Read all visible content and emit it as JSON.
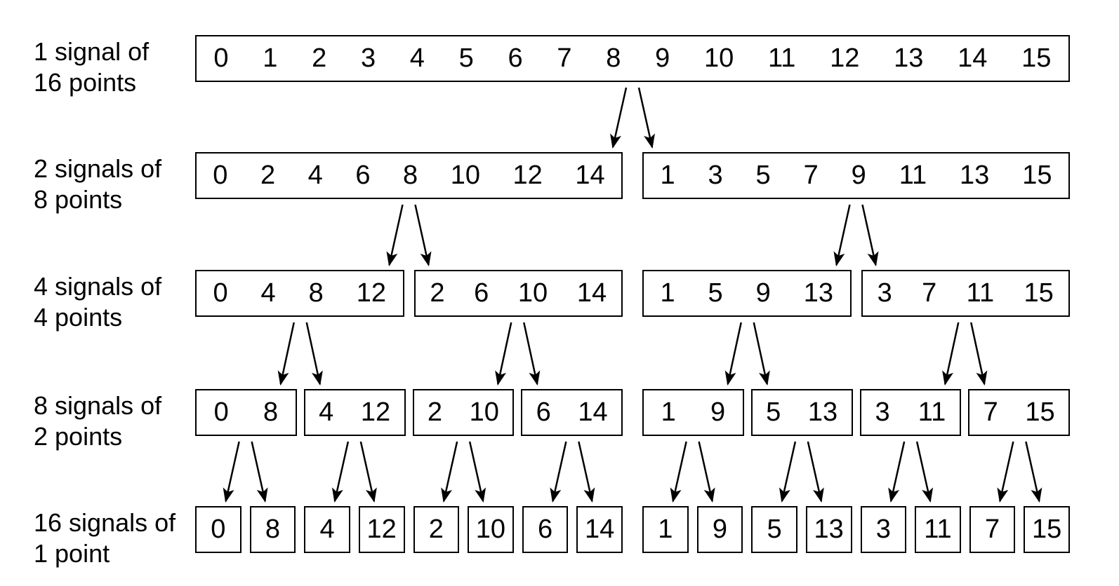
{
  "diagram": {
    "title_implicit": "FFT interlaced decomposition",
    "colors": {
      "ink": "#000000",
      "background": "#ffffff"
    },
    "rows": [
      {
        "label": [
          "1 signal of",
          "16 points"
        ],
        "boxes": [
          [
            0,
            1,
            2,
            3,
            4,
            5,
            6,
            7,
            8,
            9,
            10,
            11,
            12,
            13,
            14,
            15
          ]
        ]
      },
      {
        "label": [
          "2 signals of",
          "8 points"
        ],
        "boxes": [
          [
            0,
            2,
            4,
            6,
            8,
            10,
            12,
            14
          ],
          [
            1,
            3,
            5,
            7,
            9,
            11,
            13,
            15
          ]
        ]
      },
      {
        "label": [
          "4 signals of",
          "4 points"
        ],
        "boxes": [
          [
            0,
            4,
            8,
            12
          ],
          [
            2,
            6,
            10,
            14
          ],
          [
            1,
            5,
            9,
            13
          ],
          [
            3,
            7,
            11,
            15
          ]
        ]
      },
      {
        "label": [
          "8 signals of",
          "2 points"
        ],
        "boxes": [
          [
            0,
            8
          ],
          [
            4,
            12
          ],
          [
            2,
            10
          ],
          [
            6,
            14
          ],
          [
            1,
            9
          ],
          [
            5,
            13
          ],
          [
            3,
            11
          ],
          [
            7,
            15
          ]
        ]
      },
      {
        "label": [
          "16 signals of",
          "1 point"
        ],
        "boxes": [
          [
            0
          ],
          [
            8
          ],
          [
            4
          ],
          [
            12
          ],
          [
            2
          ],
          [
            10
          ],
          [
            6
          ],
          [
            14
          ],
          [
            1
          ],
          [
            9
          ],
          [
            5
          ],
          [
            13
          ],
          [
            3
          ],
          [
            11
          ],
          [
            7
          ],
          [
            15
          ]
        ]
      }
    ]
  }
}
